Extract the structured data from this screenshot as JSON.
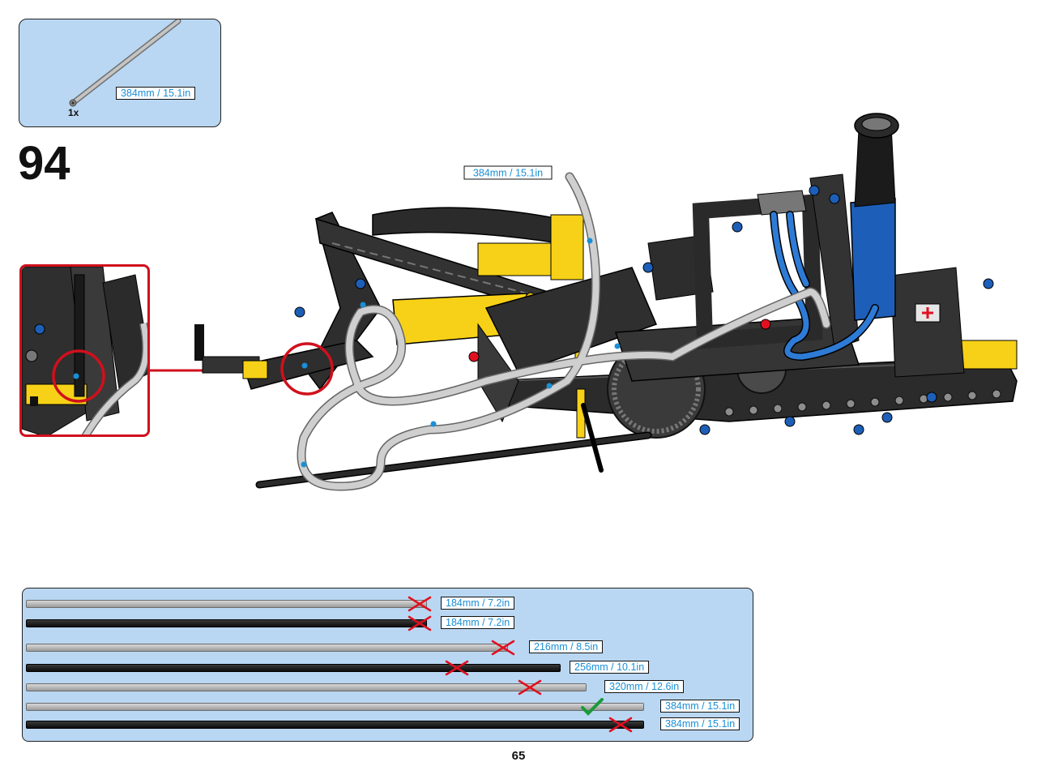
{
  "parts_list": {
    "part_length_label": "384mm / 15.1in",
    "quantity": "1x"
  },
  "step": {
    "number": "94",
    "tube_callout": "384mm / 15.1in"
  },
  "colors": {
    "panel_blue": "#b9d7f2",
    "callout_text": "#1a8fd6",
    "highlight_red": "#d0101c",
    "reject_red": "#e01020",
    "accept_green": "#1a9a3a",
    "lego_yellow": "#f7d117",
    "lego_blue": "#1d5fb8"
  },
  "length_ruler": {
    "rows": [
      {
        "label": "184mm / 7.2in",
        "color": "grey",
        "status": "rejected"
      },
      {
        "label": "184mm / 7.2in",
        "color": "black",
        "status": "rejected"
      },
      {
        "label": "216mm / 8.5in",
        "color": "grey",
        "status": "rejected"
      },
      {
        "label": "256mm / 10.1in",
        "color": "black",
        "status": "rejected"
      },
      {
        "label": "320mm / 12.6in",
        "color": "grey",
        "status": "rejected"
      },
      {
        "label": "384mm / 15.1in",
        "color": "grey",
        "status": "accepted"
      },
      {
        "label": "384mm / 15.1in",
        "color": "black",
        "status": "rejected"
      }
    ]
  },
  "page": {
    "number": "65"
  }
}
